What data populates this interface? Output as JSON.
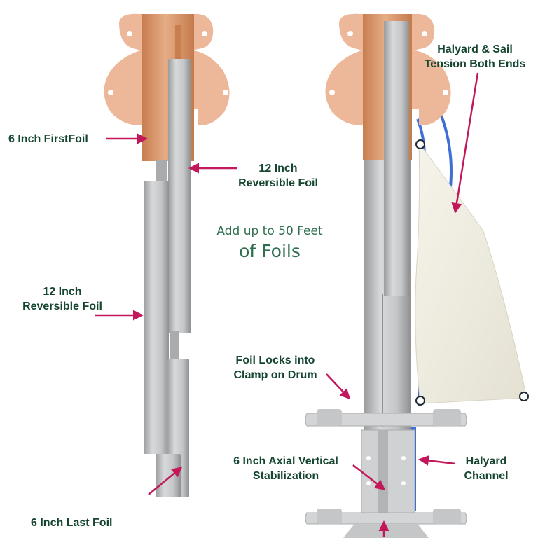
{
  "diagram": {
    "labels": {
      "first_foil": "6 Inch FirstFoil",
      "reversible_top": [
        "12 Inch",
        "Reversible Foil"
      ],
      "reversible_left": [
        "12 Inch",
        "Reversible Foil"
      ],
      "last_foil": "6 Inch Last Foil",
      "halyard_tension": [
        "Halyard & Sail",
        "Tension Both Ends"
      ],
      "foil_locks": [
        "Foil Locks into",
        "Clamp on Drum"
      ],
      "axial_stabilization": [
        "6 Inch Axial Vertical",
        "Stabilization"
      ],
      "halyard_channel": [
        "Halyard",
        "Channel"
      ]
    },
    "center_text": [
      "Add up to 50 Feet",
      "of Foils"
    ]
  },
  "colors": {
    "label_text": "#14452f",
    "center_text": "#2f6f4f",
    "arrow": "#c2185b",
    "copper": "#e0a47e",
    "copper_dark": "#c87e4f",
    "bracket": "#edb79a",
    "foil": "#c4c6c7",
    "foil_shadow": "#9a9c9d",
    "sail": "#f1efe4",
    "halyard": "#3e6fd6"
  }
}
